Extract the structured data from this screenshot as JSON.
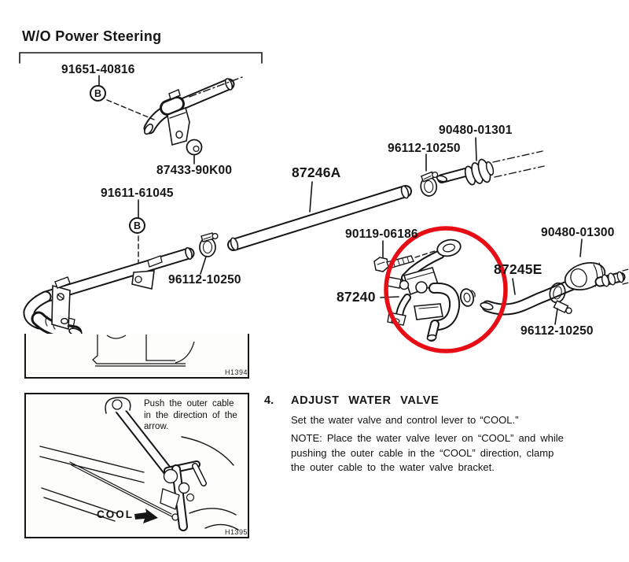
{
  "page": {
    "ink_color": "#161616",
    "paper_color": "#ffffff",
    "highlight_red": "#e60d15"
  },
  "diagram": {
    "title": "W/O Power Steering",
    "connector_letter": "B",
    "labels": [
      {
        "text": "91651-40816"
      },
      {
        "text": "87433-90K00"
      },
      {
        "text": "91611-61045"
      },
      {
        "text": "96112-10250"
      },
      {
        "text": "87246A"
      },
      {
        "text": "96112-10250"
      },
      {
        "text": "90480-01301"
      },
      {
        "text": "90119-06186"
      },
      {
        "text": "87240"
      },
      {
        "text": "87245E"
      },
      {
        "text": "90480-01300"
      },
      {
        "text": "96112-10250"
      }
    ]
  },
  "insets": {
    "fig_top": {
      "figure_code": "H1394"
    },
    "fig_bottom": {
      "figure_code": "H1395",
      "caption": "Push the outer cable\nin the direction of the\narrow.",
      "cool_label": "COOL"
    }
  },
  "instructions": {
    "step_number": "4.",
    "heading": "ADJUST WATER VALVE",
    "sentence": "Set the water valve and control lever to “COOL.”",
    "note": "NOTE:  Place the water valve lever on “COOL” and while\npushing the outer cable in the “COOL” direction, clamp\nthe outer cable to the water valve bracket."
  }
}
